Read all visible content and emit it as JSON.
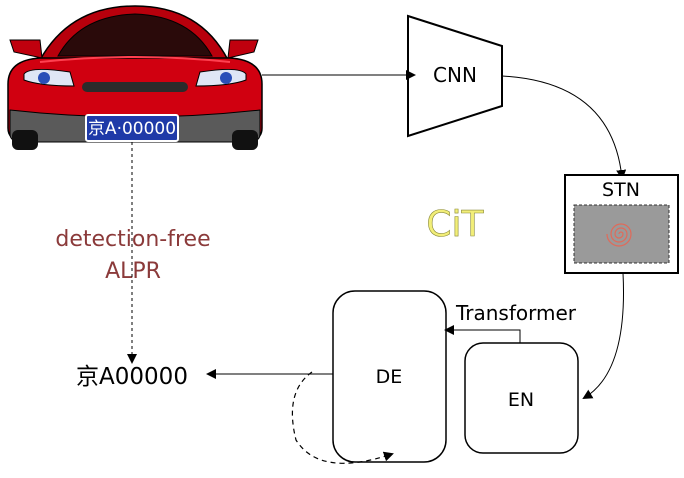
{
  "plate_text": "京A·00000",
  "cnn_label": "CNN",
  "stn_label": "STN",
  "center_label": "CiT",
  "side_label_line1": "detection-free",
  "side_label_line2": "ALPR",
  "transformer_label": "Transformer",
  "de_label": "DE",
  "en_label": "EN",
  "output_text": "京A00000",
  "colors": {
    "car_body": "#d00010",
    "plate_bg": "#1f3aa8",
    "side_label": "#8b3a3a",
    "center_label": "#f2ee78",
    "stn_inner": "#9a9a9a",
    "spiral": "#e06a5a"
  }
}
